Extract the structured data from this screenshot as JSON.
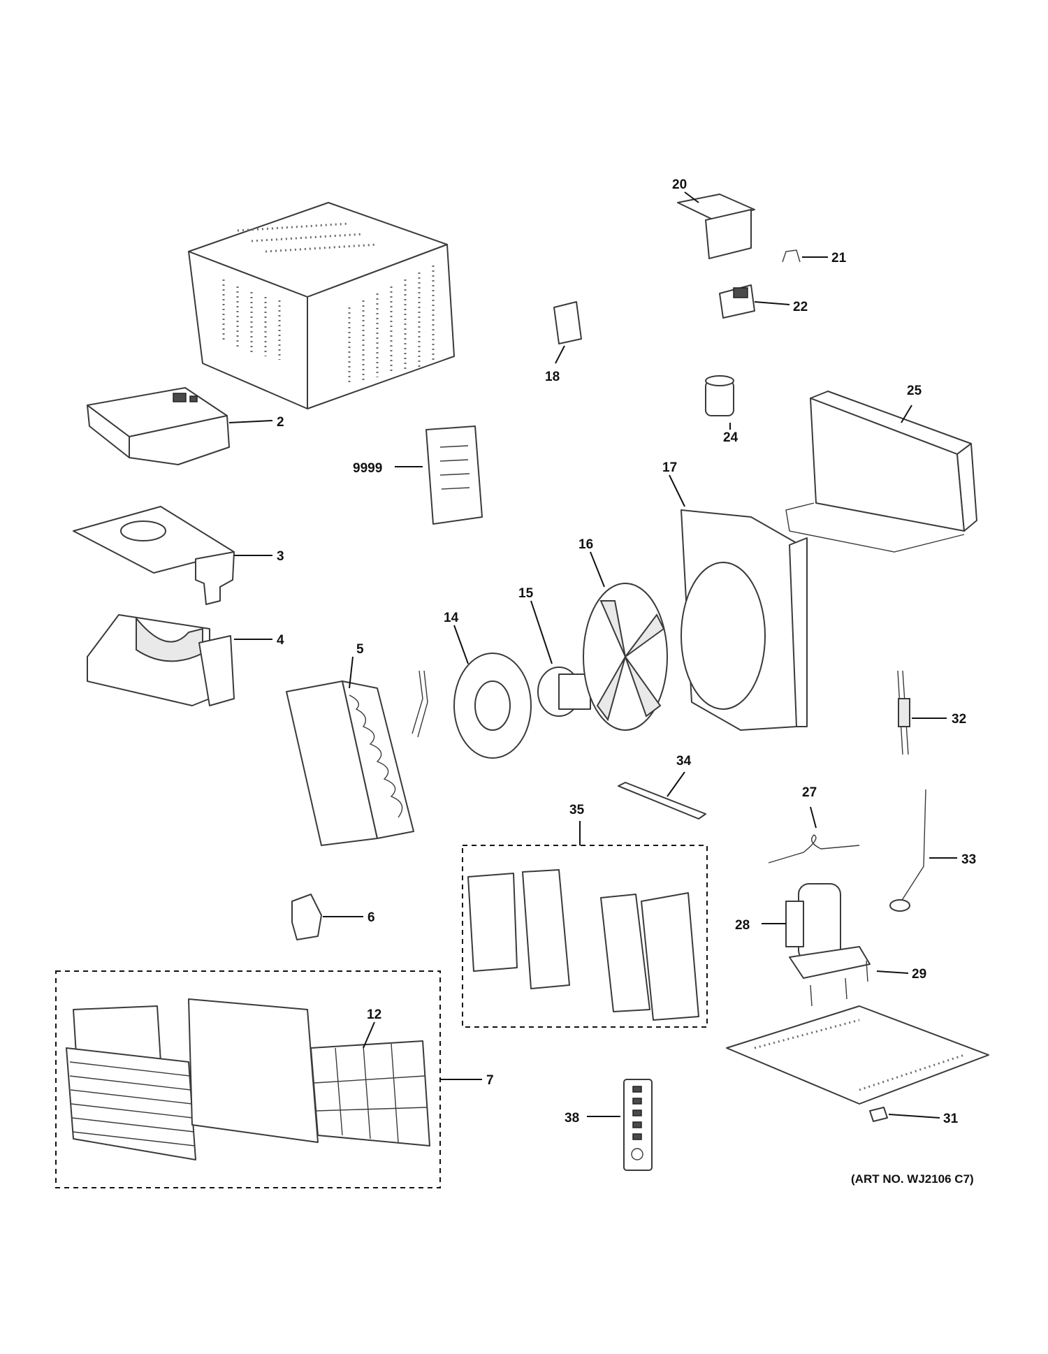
{
  "callouts": {
    "c2": "2",
    "c3": "3",
    "c4": "4",
    "c5": "5",
    "c6": "6",
    "c7": "7",
    "c12": "12",
    "c14": "14",
    "c15": "15",
    "c16": "16",
    "c17": "17",
    "c18": "18",
    "c20": "20",
    "c21": "21",
    "c22": "22",
    "c24": "24",
    "c25": "25",
    "c27": "27",
    "c28": "28",
    "c29": "29",
    "c31": "31",
    "c32": "32",
    "c33": "33",
    "c34": "34",
    "c35": "35",
    "c38": "38",
    "c9999": "9999"
  },
  "art_number": "(ART NO. WJ2106 C7)"
}
